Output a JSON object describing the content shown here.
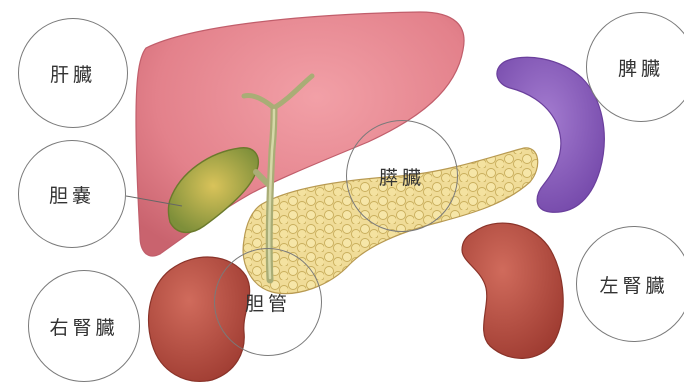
{
  "organs": {
    "liver": "肝臓",
    "gallbladder": "胆嚢",
    "pancreas": "膵臓",
    "spleen": "脾臓",
    "bile_duct": "胆管",
    "right_kidney": "右腎臓",
    "left_kidney": "左腎臓"
  },
  "colors": {
    "liver": "#e6848e",
    "gallbladder": "#c2b04a",
    "pancreas": "#ecd68c",
    "spleen": "#8e5fbf",
    "kidney": "#b8493e",
    "bile_duct": "#b7ba82",
    "label_border": "#7a7a7a"
  }
}
